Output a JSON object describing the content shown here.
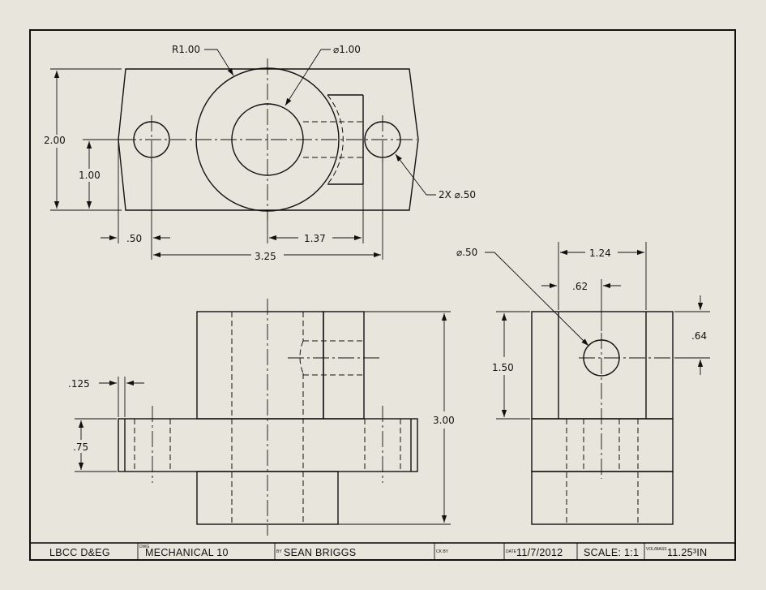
{
  "dimensions": {
    "top_radius": "R1.00",
    "top_bore_dia": "⌀1.00",
    "top_holes": "2X ⌀.50",
    "top_height": "2.00",
    "top_half_height": "1.00",
    "top_hole_offset": ".50",
    "top_boss_offset": "1.37",
    "top_width": "3.25",
    "side_hole_dia": "⌀.50",
    "side_width": "1.24",
    "side_hole_center": ".62",
    "side_hole_height": ".64",
    "side_upper_height": "1.50",
    "front_height": "3.00",
    "front_flange_height": ".75",
    "front_offset": ".125"
  },
  "title_block": {
    "school": "LBCC D&EG",
    "dwg_label": "DWG",
    "drawing_name": "MECHANICAL 10",
    "by_label": "BY",
    "author": "SEAN BRIGGS",
    "ckby_label": "CK BY",
    "checker": "",
    "date_label": "DATE",
    "date": "11/7/2012",
    "scale": "SCALE: 1:1",
    "vol_label": "VOL/MASS",
    "volume": "11.25³IN"
  }
}
